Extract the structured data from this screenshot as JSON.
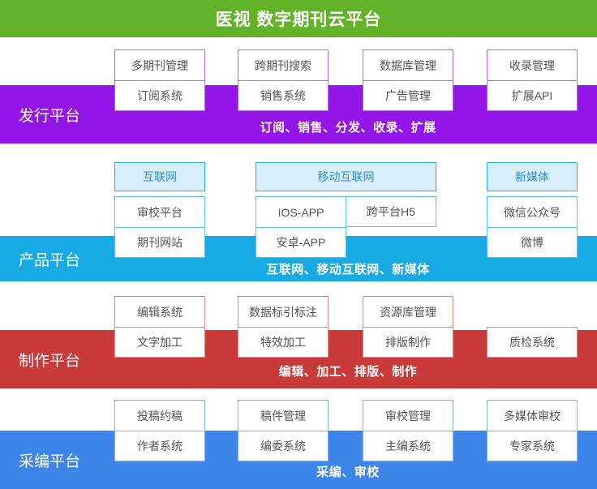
{
  "header": {
    "title": "医视 数字期刊云平台",
    "color": "#62b22a"
  },
  "sections": [
    {
      "key": "distribution",
      "label": "发行平台",
      "caption": "订阅、销售、分发、收录、扩展",
      "color": "#9415e8",
      "border": "#b06bdf",
      "columns": [
        {
          "head": null,
          "items": [
            "多期刊管理",
            "订阅系统"
          ]
        },
        {
          "head": null,
          "items": [
            "跨期刊搜索",
            "销售系统"
          ]
        },
        {
          "head": null,
          "items": [
            "数据库管理",
            "广告管理"
          ]
        },
        {
          "head": null,
          "items": [
            "收录管理",
            "扩展API"
          ]
        }
      ]
    },
    {
      "key": "product",
      "label": "产品平台",
      "caption": "互联网、移动互联网、新媒体",
      "color": "#17aae5",
      "border": "#57c2ee",
      "columns": [
        {
          "head": "互联网",
          "items": [
            "审校平台",
            "期刊网站"
          ]
        },
        {
          "head": "移动互联网",
          "items": [
            "IOS-APP",
            "安卓-APP"
          ]
        },
        {
          "head": null,
          "items": [
            "跨平台H5"
          ]
        },
        {
          "head": "新媒体",
          "items": [
            "微信公众号",
            "微博"
          ]
        }
      ]
    },
    {
      "key": "production",
      "label": "制作平台",
      "caption": "编辑、加工、排版、制作",
      "color": "#c93a3a",
      "border": "#dc8a8a",
      "columns": [
        {
          "head": null,
          "items": [
            "编辑系统",
            "文字加工"
          ]
        },
        {
          "head": null,
          "items": [
            "数据标引标注",
            "特效加工"
          ]
        },
        {
          "head": null,
          "items": [
            "资源库管理",
            "排版制作"
          ]
        },
        {
          "head": null,
          "items": [
            "质检系统"
          ]
        }
      ]
    },
    {
      "key": "editorial",
      "label": "采编平台",
      "caption": "采编、审校",
      "color": "#3d85e8",
      "border": "#86b3f0",
      "columns": [
        {
          "head": null,
          "items": [
            "投稿约稿",
            "作者系统"
          ]
        },
        {
          "head": null,
          "items": [
            "稿件管理",
            "编委系统"
          ]
        },
        {
          "head": null,
          "items": [
            "审校管理",
            "主编系统"
          ]
        },
        {
          "head": null,
          "items": [
            "多媒体审校",
            "专家系统"
          ]
        }
      ]
    }
  ]
}
